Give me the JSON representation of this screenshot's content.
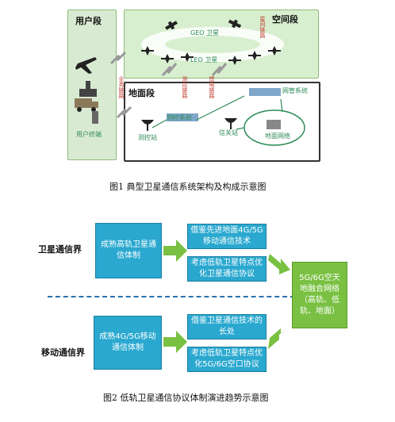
{
  "fig1": {
    "user_segment": "用户段",
    "space_segment": "空间段",
    "ground_segment": "地面段",
    "geo_label": "GEO 卫星",
    "leo_label": "LEO 卫星",
    "inter_sat_link": "星间链路",
    "service_link": "业务链路",
    "tt_link": "测控链路",
    "feeder_link": "馈电链路",
    "user_terminal": "用户终端",
    "network_mgmt": "网管系统",
    "tt_system": "测控系统",
    "tt_station": "测控站",
    "gateway_station": "信关站",
    "ground_network": "地面网络",
    "caption": "图1   典型卫星通信系统架构及构成示意图"
  },
  "fig2": {
    "sat_comm_label": "卫星通信界",
    "mobile_comm_label": "移动通信界",
    "sat_source": "成熟高轨卫星通信体制",
    "sat_step1": "借鉴先进地面4G/5G移动通信技术",
    "sat_step2": "考虑低轨卫星特点优化卫星通信协议",
    "mob_source": "成熟4G/5G移动通信体制",
    "mob_step1": "借鉴卫星通信技术的长处",
    "mob_step2": "考虑低轨卫星特点优化5G/6G空口协议",
    "target": "5G/6G空天地融合网络（高轨、低轨、地面）",
    "caption": "图2   低轨卫星通信协议体制演进趋势示意图"
  }
}
